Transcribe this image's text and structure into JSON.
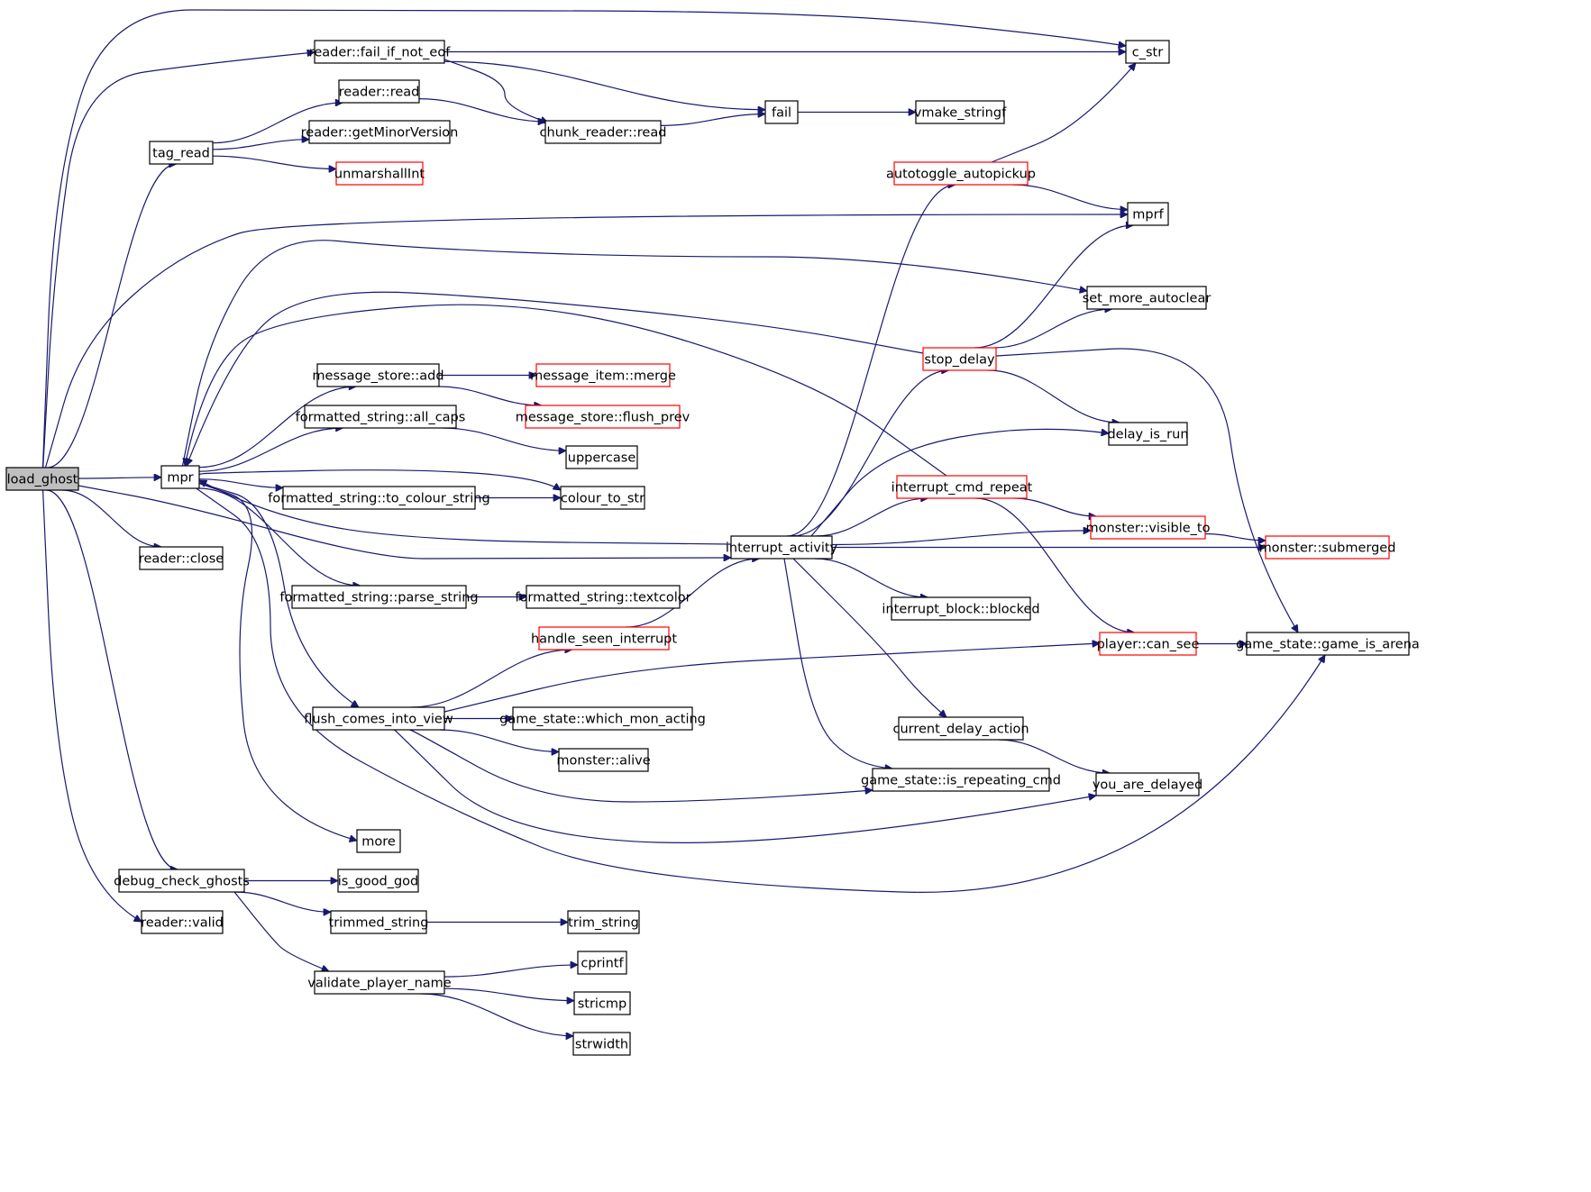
{
  "colors": {
    "edge": "#191970",
    "box_border": "#000000",
    "box_border_red": "#ff0000",
    "root_fill": "#bfbfbf"
  },
  "nodes": {
    "load_ghost": {
      "label": "load_ghost",
      "style": "root"
    },
    "c_str": {
      "label": "c_str",
      "style": "black"
    },
    "reader_fail_if_not_eof": {
      "label": "reader::fail_if_not_eof",
      "style": "black"
    },
    "reader_read": {
      "label": "reader::read",
      "style": "black"
    },
    "chunk_reader_read": {
      "label": "chunk_reader::read",
      "style": "black"
    },
    "fail": {
      "label": "fail",
      "style": "black"
    },
    "vmake_stringf": {
      "label": "vmake_stringf",
      "style": "black"
    },
    "tag_read": {
      "label": "tag_read",
      "style": "black"
    },
    "reader_getMinorVersion": {
      "label": "reader::getMinorVersion",
      "style": "black"
    },
    "unmarshallInt": {
      "label": "unmarshallInt",
      "style": "red"
    },
    "autotoggle_autopickup": {
      "label": "autotoggle_autopickup",
      "style": "red"
    },
    "mprf": {
      "label": "mprf",
      "style": "black"
    },
    "set_more_autoclear": {
      "label": "set_more_autoclear",
      "style": "black"
    },
    "stop_delay": {
      "label": "stop_delay",
      "style": "red"
    },
    "message_store_add": {
      "label": "message_store::add",
      "style": "black"
    },
    "message_item_merge": {
      "label": "message_item::merge",
      "style": "red"
    },
    "message_store_flush_prev": {
      "label": "message_store::flush_prev",
      "style": "red"
    },
    "formatted_string_all_caps": {
      "label": "formatted_string::all_caps",
      "style": "black"
    },
    "uppercase": {
      "label": "uppercase",
      "style": "black"
    },
    "delay_is_run": {
      "label": "delay_is_run",
      "style": "black"
    },
    "mpr": {
      "label": "mpr",
      "style": "black"
    },
    "formatted_string_to_colour_string": {
      "label": "formatted_string::to_colour_string",
      "style": "black"
    },
    "colour_to_str": {
      "label": "colour_to_str",
      "style": "black"
    },
    "interrupt_cmd_repeat": {
      "label": "interrupt_cmd_repeat",
      "style": "red"
    },
    "monster_visible_to": {
      "label": "monster::visible_to",
      "style": "red"
    },
    "interrupt_activity": {
      "label": "interrupt_activity",
      "style": "black"
    },
    "monster_submerged": {
      "label": "monster::submerged",
      "style": "red"
    },
    "reader_close": {
      "label": "reader::close",
      "style": "black"
    },
    "formatted_string_parse_string": {
      "label": "formatted_string::parse_string",
      "style": "black"
    },
    "formatted_string_textcolor": {
      "label": "formatted_string::textcolor",
      "style": "black"
    },
    "interrupt_block_blocked": {
      "label": "interrupt_block::blocked",
      "style": "black"
    },
    "handle_seen_interrupt": {
      "label": "handle_seen_interrupt",
      "style": "red"
    },
    "player_can_see": {
      "label": "player::can_see",
      "style": "red"
    },
    "game_state_game_is_arena": {
      "label": "game_state::game_is_arena",
      "style": "black"
    },
    "flush_comes_into_view": {
      "label": "flush_comes_into_view",
      "style": "black"
    },
    "game_state_which_mon_acting": {
      "label": "game_state::which_mon_acting",
      "style": "black"
    },
    "current_delay_action": {
      "label": "current_delay_action",
      "style": "black"
    },
    "monster_alive": {
      "label": "monster::alive",
      "style": "black"
    },
    "game_state_is_repeating_cmd": {
      "label": "game_state::is_repeating_cmd",
      "style": "black"
    },
    "you_are_delayed": {
      "label": "you_are_delayed",
      "style": "black"
    },
    "more": {
      "label": "more",
      "style": "black"
    },
    "debug_check_ghosts": {
      "label": "debug_check_ghosts",
      "style": "black"
    },
    "is_good_god": {
      "label": "is_good_god",
      "style": "black"
    },
    "reader_valid": {
      "label": "reader::valid",
      "style": "black"
    },
    "trimmed_string": {
      "label": "trimmed_string",
      "style": "black"
    },
    "trim_string": {
      "label": "trim_string",
      "style": "black"
    },
    "cprintf": {
      "label": "cprintf",
      "style": "black"
    },
    "validate_player_name": {
      "label": "validate_player_name",
      "style": "black"
    },
    "stricmp": {
      "label": "stricmp",
      "style": "black"
    },
    "strwidth": {
      "label": "strwidth",
      "style": "black"
    }
  },
  "edges": [
    [
      "load_ghost",
      "c_str"
    ],
    [
      "load_ghost",
      "reader_fail_if_not_eof"
    ],
    [
      "load_ghost",
      "tag_read"
    ],
    [
      "load_ghost",
      "mprf"
    ],
    [
      "load_ghost",
      "mpr"
    ],
    [
      "load_ghost",
      "reader_close"
    ],
    [
      "load_ghost",
      "interrupt_activity"
    ],
    [
      "load_ghost",
      "debug_check_ghosts"
    ],
    [
      "load_ghost",
      "reader_valid"
    ],
    [
      "reader_fail_if_not_eof",
      "c_str"
    ],
    [
      "reader_fail_if_not_eof",
      "fail"
    ],
    [
      "reader_fail_if_not_eof",
      "chunk_reader_read"
    ],
    [
      "tag_read",
      "reader_read"
    ],
    [
      "tag_read",
      "reader_getMinorVersion"
    ],
    [
      "tag_read",
      "unmarshallInt"
    ],
    [
      "reader_read",
      "chunk_reader_read"
    ],
    [
      "chunk_reader_read",
      "fail"
    ],
    [
      "fail",
      "vmake_stringf"
    ],
    [
      "autotoggle_autopickup",
      "c_str"
    ],
    [
      "autotoggle_autopickup",
      "mprf"
    ],
    [
      "mpr",
      "set_more_autoclear"
    ],
    [
      "mpr",
      "message_store_add"
    ],
    [
      "mpr",
      "formatted_string_all_caps"
    ],
    [
      "mpr",
      "colour_to_str"
    ],
    [
      "mpr",
      "formatted_string_to_colour_string"
    ],
    [
      "mpr",
      "formatted_string_parse_string"
    ],
    [
      "mpr",
      "flush_comes_into_view"
    ],
    [
      "mpr",
      "more"
    ],
    [
      "mpr",
      "game_state_game_is_arena"
    ],
    [
      "message_store_add",
      "message_item_merge"
    ],
    [
      "message_store_add",
      "message_store_flush_prev"
    ],
    [
      "formatted_string_all_caps",
      "uppercase"
    ],
    [
      "formatted_string_to_colour_string",
      "colour_to_str"
    ],
    [
      "formatted_string_parse_string",
      "formatted_string_textcolor"
    ],
    [
      "stop_delay",
      "mprf"
    ],
    [
      "stop_delay",
      "set_more_autoclear"
    ],
    [
      "stop_delay",
      "delay_is_run"
    ],
    [
      "stop_delay",
      "game_state_game_is_arena"
    ],
    [
      "stop_delay",
      "mpr"
    ],
    [
      "interrupt_cmd_repeat",
      "monster_visible_to"
    ],
    [
      "interrupt_cmd_repeat",
      "player_can_see"
    ],
    [
      "interrupt_cmd_repeat",
      "mpr"
    ],
    [
      "monster_visible_to",
      "monster_submerged"
    ],
    [
      "interrupt_activity",
      "autotoggle_autopickup"
    ],
    [
      "interrupt_activity",
      "stop_delay"
    ],
    [
      "interrupt_activity",
      "delay_is_run"
    ],
    [
      "interrupt_activity",
      "interrupt_cmd_repeat"
    ],
    [
      "interrupt_activity",
      "monster_visible_to"
    ],
    [
      "interrupt_activity",
      "monster_submerged"
    ],
    [
      "interrupt_activity",
      "interrupt_block_blocked"
    ],
    [
      "interrupt_activity",
      "current_delay_action"
    ],
    [
      "interrupt_activity",
      "game_state_is_repeating_cmd"
    ],
    [
      "interrupt_activity",
      "mpr"
    ],
    [
      "handle_seen_interrupt",
      "interrupt_activity"
    ],
    [
      "player_can_see",
      "game_state_game_is_arena"
    ],
    [
      "flush_comes_into_view",
      "handle_seen_interrupt"
    ],
    [
      "flush_comes_into_view",
      "player_can_see"
    ],
    [
      "flush_comes_into_view",
      "game_state_which_mon_acting"
    ],
    [
      "flush_comes_into_view",
      "monster_alive"
    ],
    [
      "flush_comes_into_view",
      "game_state_is_repeating_cmd"
    ],
    [
      "flush_comes_into_view",
      "you_are_delayed"
    ],
    [
      "current_delay_action",
      "you_are_delayed"
    ],
    [
      "debug_check_ghosts",
      "is_good_god"
    ],
    [
      "debug_check_ghosts",
      "trimmed_string"
    ],
    [
      "debug_check_ghosts",
      "validate_player_name"
    ],
    [
      "trimmed_string",
      "trim_string"
    ],
    [
      "validate_player_name",
      "cprintf"
    ],
    [
      "validate_player_name",
      "stricmp"
    ],
    [
      "validate_player_name",
      "strwidth"
    ]
  ]
}
